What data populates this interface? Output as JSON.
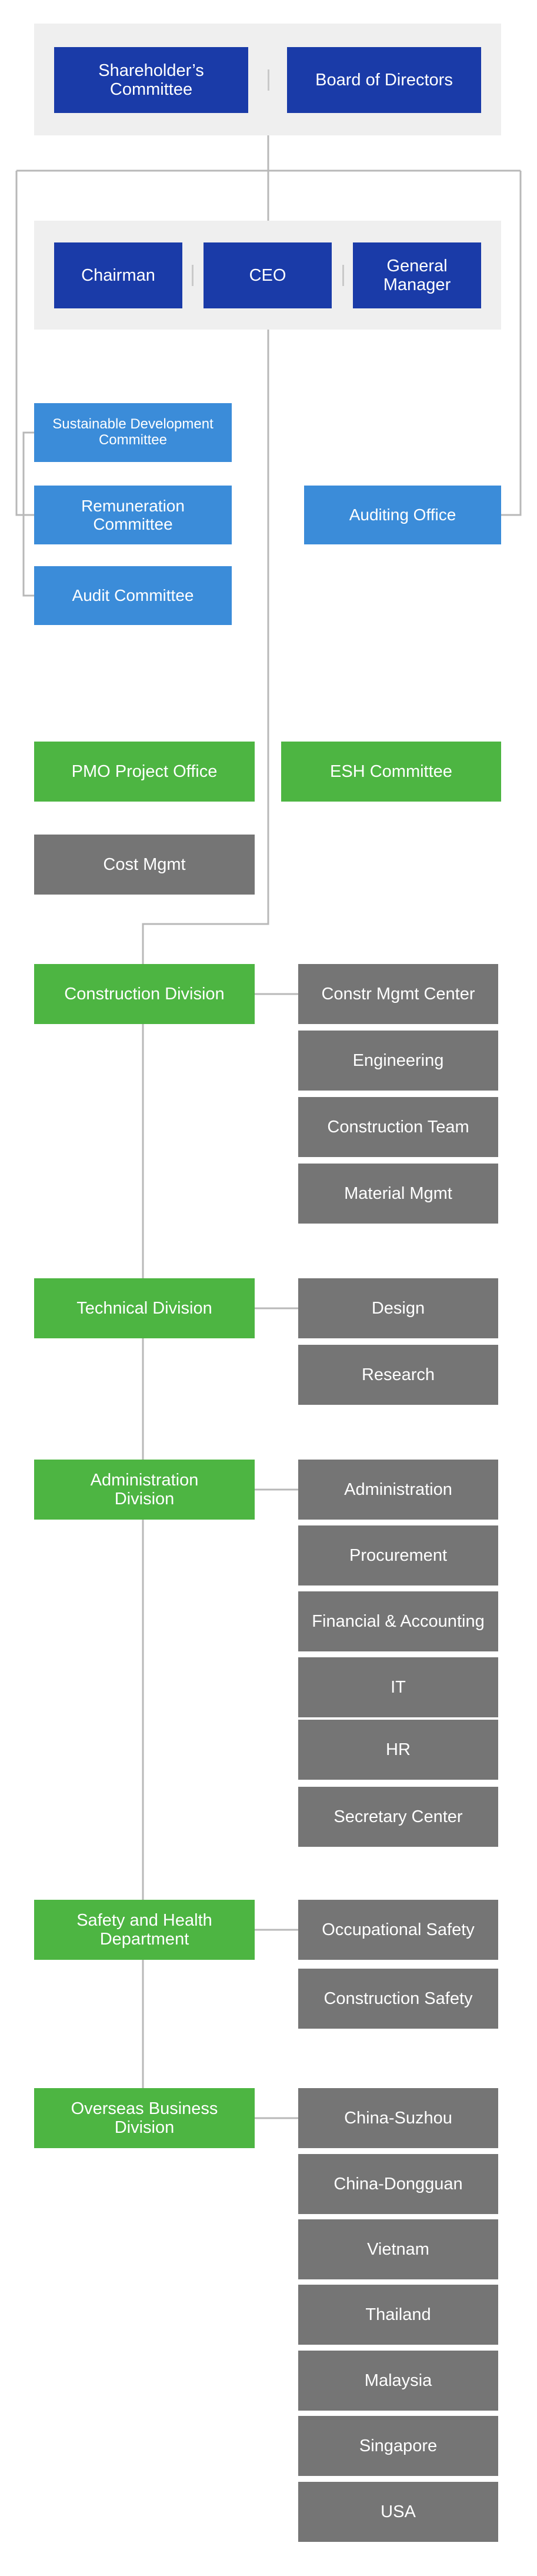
{
  "colors": {
    "governance_box": "#1a3ba8",
    "committee_box": "#3b8cd9",
    "division_box": "#4db542",
    "department_box": "#757575",
    "panel": "#efefef",
    "connector": "#b8b8b8"
  },
  "governance": {
    "shareholders": "Shareholder’s\nCommittee",
    "board": "Board of Directors"
  },
  "executive": {
    "chairman": "Chairman",
    "ceo": "CEO",
    "general_manager": "General\nManager"
  },
  "committees": {
    "sustainable": "Sustainable Development\nCommittee",
    "remuneration": "Remuneration\nCommittee",
    "audit": "Audit Committee",
    "auditing_office": "Auditing Office"
  },
  "offices": {
    "pmo": "PMO Project Office",
    "esh": "ESH Committee",
    "cost": "Cost Mgmt"
  },
  "divisions": [
    {
      "name": "Construction Division",
      "departments": [
        "Constr Mgmt Center",
        "Engineering",
        "Construction Team",
        "Material Mgmt"
      ]
    },
    {
      "name": "Technical Division",
      "departments": [
        "Design",
        "Research"
      ]
    },
    {
      "name": "Administration\nDivision",
      "departments": [
        "Administration",
        "Procurement",
        "Financial & Accounting",
        "IT",
        "HR",
        "Secretary Center"
      ]
    },
    {
      "name": "Safety and Health\nDepartment",
      "departments": [
        "Occupational Safety",
        "Construction Safety"
      ]
    },
    {
      "name": "Overseas Business\nDivision",
      "departments": [
        "China-Suzhou",
        "China-Dongguan",
        "Vietnam",
        "Thailand",
        "Malaysia",
        "Singapore",
        "USA"
      ]
    }
  ]
}
